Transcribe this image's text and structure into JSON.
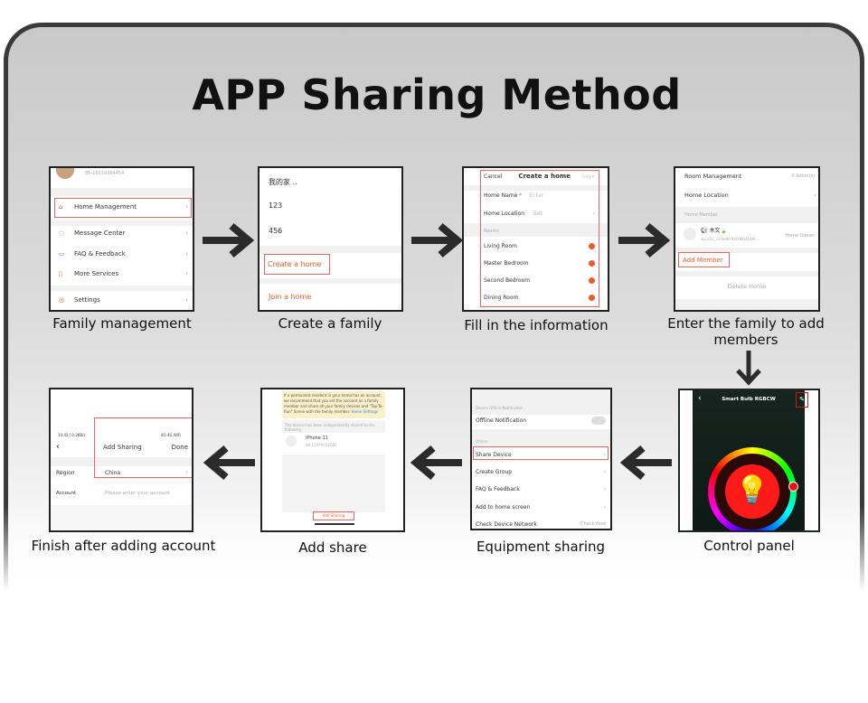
{
  "title": "APP Sharing Method",
  "steps": [
    {
      "label": "Family management"
    },
    {
      "label": "Create a family"
    },
    {
      "label": "Fill in the information"
    },
    {
      "label": "Enter the family to add members"
    },
    {
      "label": "Control panel"
    },
    {
      "label": "Equipment sharing"
    },
    {
      "label": "Add share"
    },
    {
      "label": "Finish after adding account"
    }
  ],
  "p1": {
    "phone": "86-15019364454",
    "items": [
      "Home Management",
      "Message Center",
      "FAQ & Feedback",
      "More Services",
      "Settings"
    ]
  },
  "p2": {
    "items": [
      "我的家 ..",
      "123",
      "456"
    ],
    "create": "Create a home",
    "join": "Join a home"
  },
  "p3": {
    "cancel": "Cancel",
    "title": "Create a home",
    "save": "Save",
    "home_name": "Home Name",
    "enter": "Enter",
    "home_location": "Home Location",
    "set": "Set",
    "rooms_header": "Rooms",
    "rooms": [
      "Living Room",
      "Master Bedroom",
      "Second Bedroom",
      "Dining Room"
    ]
  },
  "p4": {
    "room_mgmt": "Room Management",
    "rooms_count": "0 Room(s)",
    "home_location": "Home Location",
    "member_header": "Home Member",
    "member_name": "🐿 木又🍃",
    "member_id": "wx-o5u_sv(ae90Yh4YMGAOH9...",
    "member_role": "Home Owner",
    "add_member": "Add Member",
    "delete_home": "Delete Home"
  },
  "p5": {
    "title": "Smart Bulb RGBCW",
    "accent": "#ff0000"
  },
  "p6": {
    "offline_header": "Device Offline Notification",
    "offline": "Offline Notification",
    "others_header": "Others",
    "items": [
      "Share Device",
      "Create Group",
      "FAQ & Feedback",
      "Add to home screen",
      "Check Device Network"
    ],
    "check_now": "Check Now"
  },
  "p7": {
    "notice": "If a permanent resident in your home has an account, we recommend that you set the account as a family member and share all your family devices and \"Tap-To-Run\" Scene with the family member.",
    "notice_link": "Home Settings",
    "shared_note": "The device has been independently shared to the following",
    "device": "iPhone 11",
    "device_id": "86-15079152685",
    "add_sharing": "Add Sharing"
  },
  "p8": {
    "status_left": "14:43 | 0.2KB/s",
    "status_right": "4G 4G WiFi",
    "title": "Add Sharing",
    "done": "Done",
    "region_label": "Region",
    "region_value": "China",
    "account_label": "Account",
    "account_placeholder": "Please enter your account"
  }
}
